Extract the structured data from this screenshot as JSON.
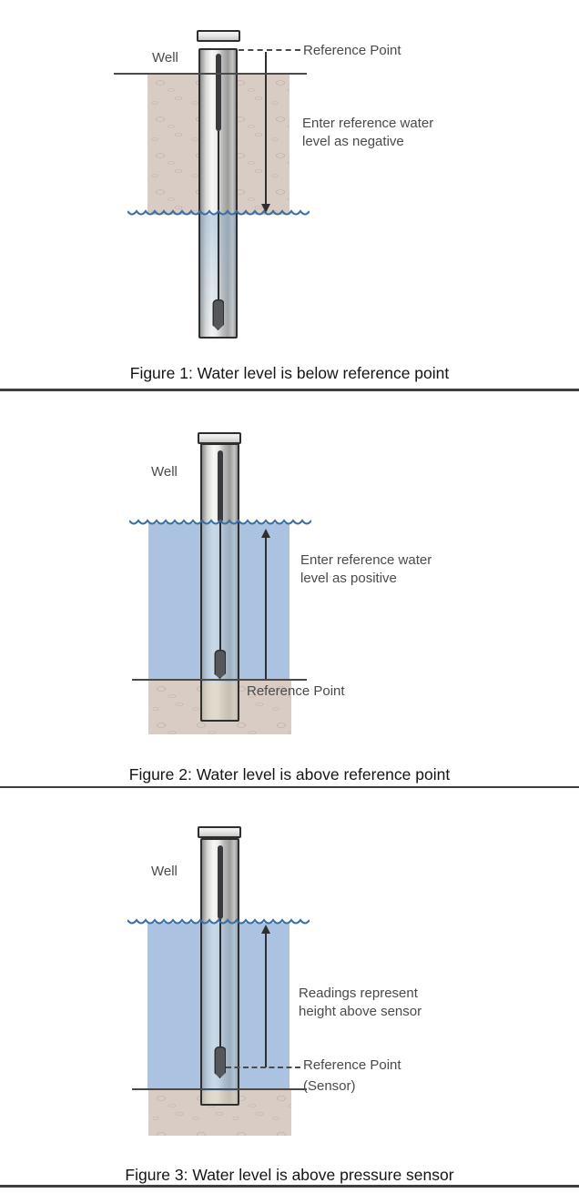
{
  "figure1": {
    "well_label": "Well",
    "reference_label": "Reference Point",
    "annotation_line1": "Enter reference water",
    "annotation_line2": "level as negative",
    "caption": "Figure 1: Water level is below reference point"
  },
  "figure2": {
    "well_label": "Well",
    "reference_label": "Reference Point",
    "annotation_line1": "Enter reference water",
    "annotation_line2": "level as positive",
    "caption": "Figure 2: Water level is above reference point"
  },
  "figure3": {
    "well_label": "Well",
    "reference_label": "Reference Point",
    "reference_sublabel": "(Sensor)",
    "annotation_line1": "Readings represent",
    "annotation_line2": "height above sensor",
    "caption": "Figure 3: Water level is above pressure sensor"
  },
  "colors": {
    "soil": "#d8ccc4",
    "water": "#abc3e1",
    "wave_stroke": "#3a6ea5",
    "line": "#4a4a4a",
    "annotation_text": "#4a4a4a",
    "caption_text": "#141414",
    "sensor": "#55575a",
    "divider": "#3f3f3f"
  }
}
